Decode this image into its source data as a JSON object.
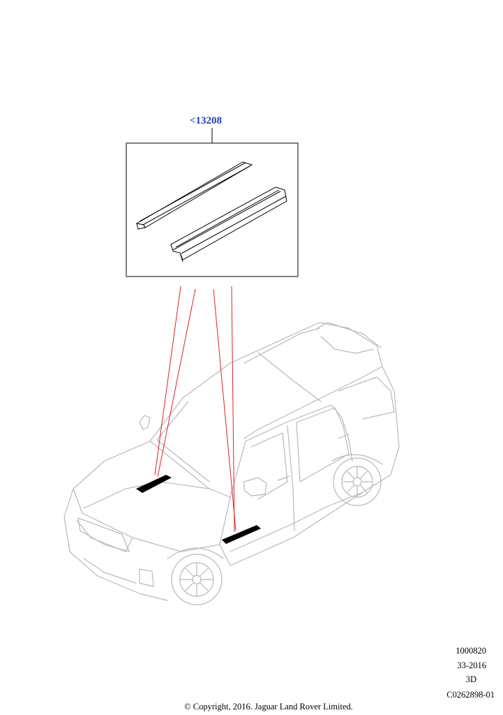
{
  "callout": {
    "part_ref": "<13208"
  },
  "footer": {
    "illustration_id": "1000820",
    "code": "33-2016",
    "view": "3D",
    "drawing_number": "C0262898-01",
    "copyright": "© Copyright, 2016. Jaguar Land Rover Limited."
  },
  "colors": {
    "callout_text": "#1f3fbf",
    "leader_lines": "#e02020",
    "vehicle_outline": "#b8b8b8",
    "part_outline": "#000000"
  }
}
